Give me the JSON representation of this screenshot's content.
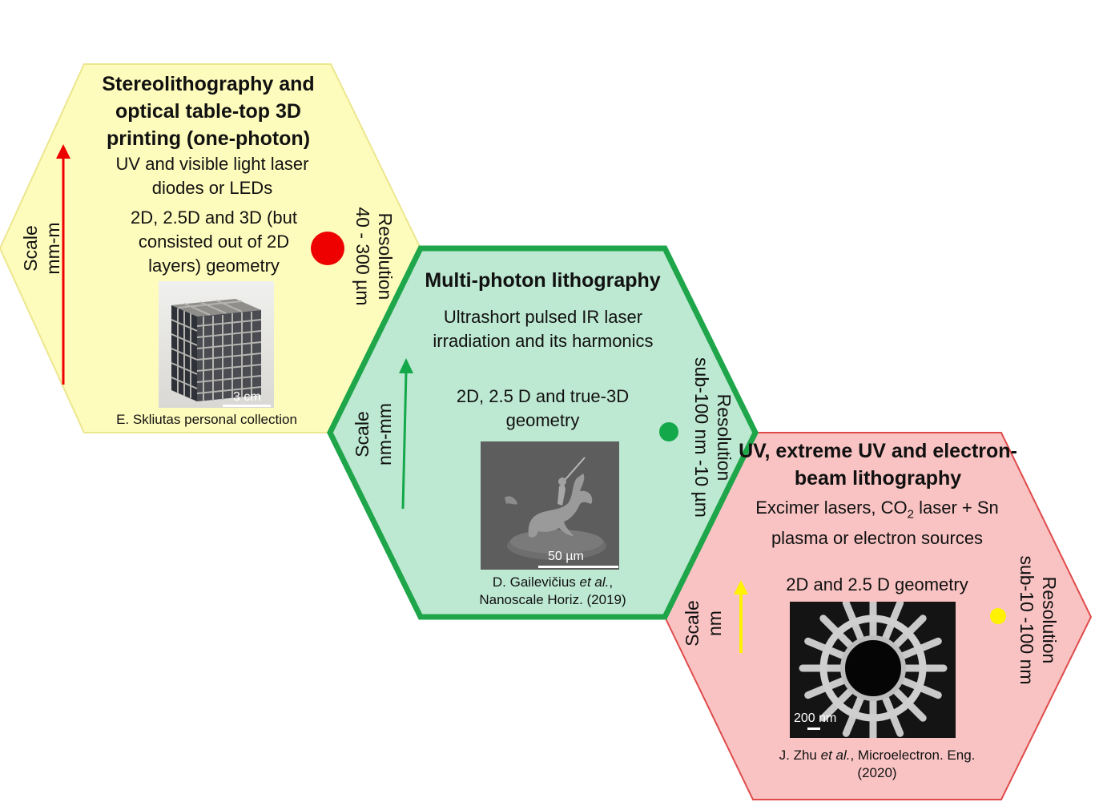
{
  "colors": {
    "stereo_fill": "#fefcbc",
    "stereo_stroke": "#ece68e",
    "mpl_fill": "#bde8d2",
    "mpl_stroke": "#1fa64a",
    "uv_fill": "#f9c3c3",
    "uv_stroke": "#e04a4a",
    "red_marker": "#ee0000",
    "green_marker": "#13a84a",
    "yellow_marker": "#fff200"
  },
  "stereolithography": {
    "title": "Stereolithography and optical table-top 3D printing (one-photon)",
    "source": "UV and visible light laser diodes or LEDs",
    "geometry": "2D, 2.5D and 3D (but consisted  out of 2D layers) geometry",
    "scale_label": "Scale",
    "scale_value": "mm-m",
    "resolution_label": "Resolution",
    "resolution_value": "40 - 300 µm",
    "image_scalebar": "3 cm",
    "credit": "E. Skliutas personal collection"
  },
  "multiphoton": {
    "title": "Multi-photon lithography",
    "source": "Ultrashort pulsed IR laser irradiation and its harmonics",
    "geometry": "2D, 2.5 D and true-3D geometry",
    "scale_label": "Scale",
    "scale_value": "nm-mm",
    "resolution_label": "Resolution",
    "resolution_value": "sub-100 nm -10 µm",
    "image_scalebar": "50 µm",
    "credit_author": "D. Gailevičius",
    "credit_etal": "et al.",
    "credit_sep": ",",
    "credit_journal": "Nanoscale Horiz. (2019)"
  },
  "uv_ebeam": {
    "title": "UV, extreme UV and electron-beam lithography",
    "source_pre": "Excimer lasers, CO",
    "source_sub": "2",
    "source_post": " laser + Sn plasma or electron sources",
    "geometry": "2D and 2.5 D geometry",
    "scale_label": "Scale",
    "scale_value": "nm",
    "resolution_label": "Resolution",
    "resolution_value": "sub-10 -100 nm",
    "image_scalebar": "200 nm",
    "credit_author": "J. Zhu",
    "credit_etal": "et al.",
    "credit_journal": ", Microelectron. Eng. (2020)"
  }
}
